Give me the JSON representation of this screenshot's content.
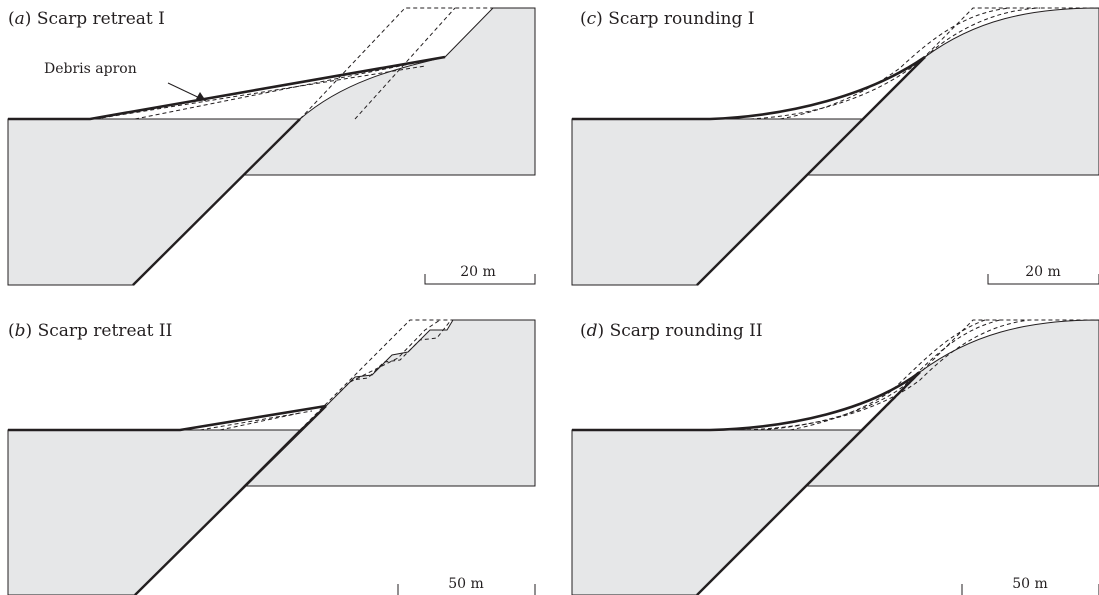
{
  "panels": {
    "a": {
      "letter": "a",
      "title": "Scarp retreat I",
      "scale": "20 m",
      "annotation": "Debris apron"
    },
    "b": {
      "letter": "b",
      "title": "Scarp retreat II",
      "scale": "50 m"
    },
    "c": {
      "letter": "c",
      "title": "Scarp rounding I",
      "scale": "20 m"
    },
    "d": {
      "letter": "d",
      "title": "Scarp rounding II",
      "scale": "50 m"
    }
  },
  "colors": {
    "fill": "#e6e7e8",
    "ink": "#231f20"
  }
}
